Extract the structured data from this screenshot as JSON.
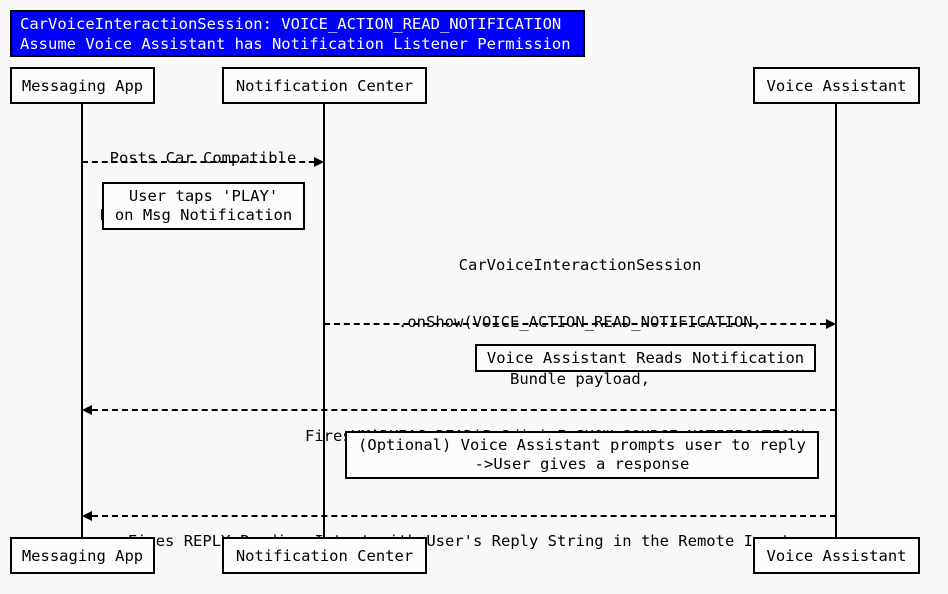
{
  "diagram": {
    "kind": "sequence-diagram",
    "colors": {
      "background": "#f8f8f8",
      "title_bg": "#0000ff",
      "title_text": "#ffffff",
      "line": "#000000",
      "box_bg": "#fcfcfc"
    },
    "title": {
      "lines": [
        "CarVoiceInteractionSession: VOICE_ACTION_READ_NOTIFICATION",
        "Assume Voice Assistant has Notification Listener Permission"
      ]
    },
    "participants": [
      {
        "id": "messaging-app",
        "label": "Messaging App"
      },
      {
        "id": "notification-center",
        "label": "Notification Center"
      },
      {
        "id": "voice-assistant",
        "label": "Voice Assistant"
      }
    ],
    "messages": [
      {
        "from": "Messaging App",
        "to": "Notification Center",
        "direction": "right",
        "line_style": "dashed",
        "lines": [
          "Posts Car Compatible",
          "Messaging Notification"
        ]
      },
      {
        "from": "Notification Center",
        "to": "Voice Assistant",
        "direction": "right",
        "line_style": "dashed",
        "lines": [
          "CarVoiceInteractionSession",
          ".onShow(VOICE_ACTION_READ_NOTIFICATION,",
          "Bundle payload,",
          "VoiceInteractionSession.SHOW_SOURCE_NOTIFICATION)"
        ]
      },
      {
        "from": "Voice Assistant",
        "to": "Messaging App",
        "direction": "left",
        "line_style": "dashed",
        "lines": [
          "Fires MARK_AS_READ Pending Intent"
        ]
      },
      {
        "from": "Voice Assistant",
        "to": "Messaging App",
        "direction": "left",
        "line_style": "dashed",
        "lines": [
          "Fires REPLY Pending Intent with User's Reply String in the Remote Input"
        ]
      }
    ],
    "notes": [
      {
        "lines": [
          "User taps 'PLAY'",
          "on Msg Notification"
        ]
      },
      {
        "lines": [
          "Voice Assistant Reads Notification"
        ]
      },
      {
        "lines": [
          "(Optional) Voice Assistant prompts user to reply",
          "->User gives a response"
        ]
      }
    ]
  }
}
